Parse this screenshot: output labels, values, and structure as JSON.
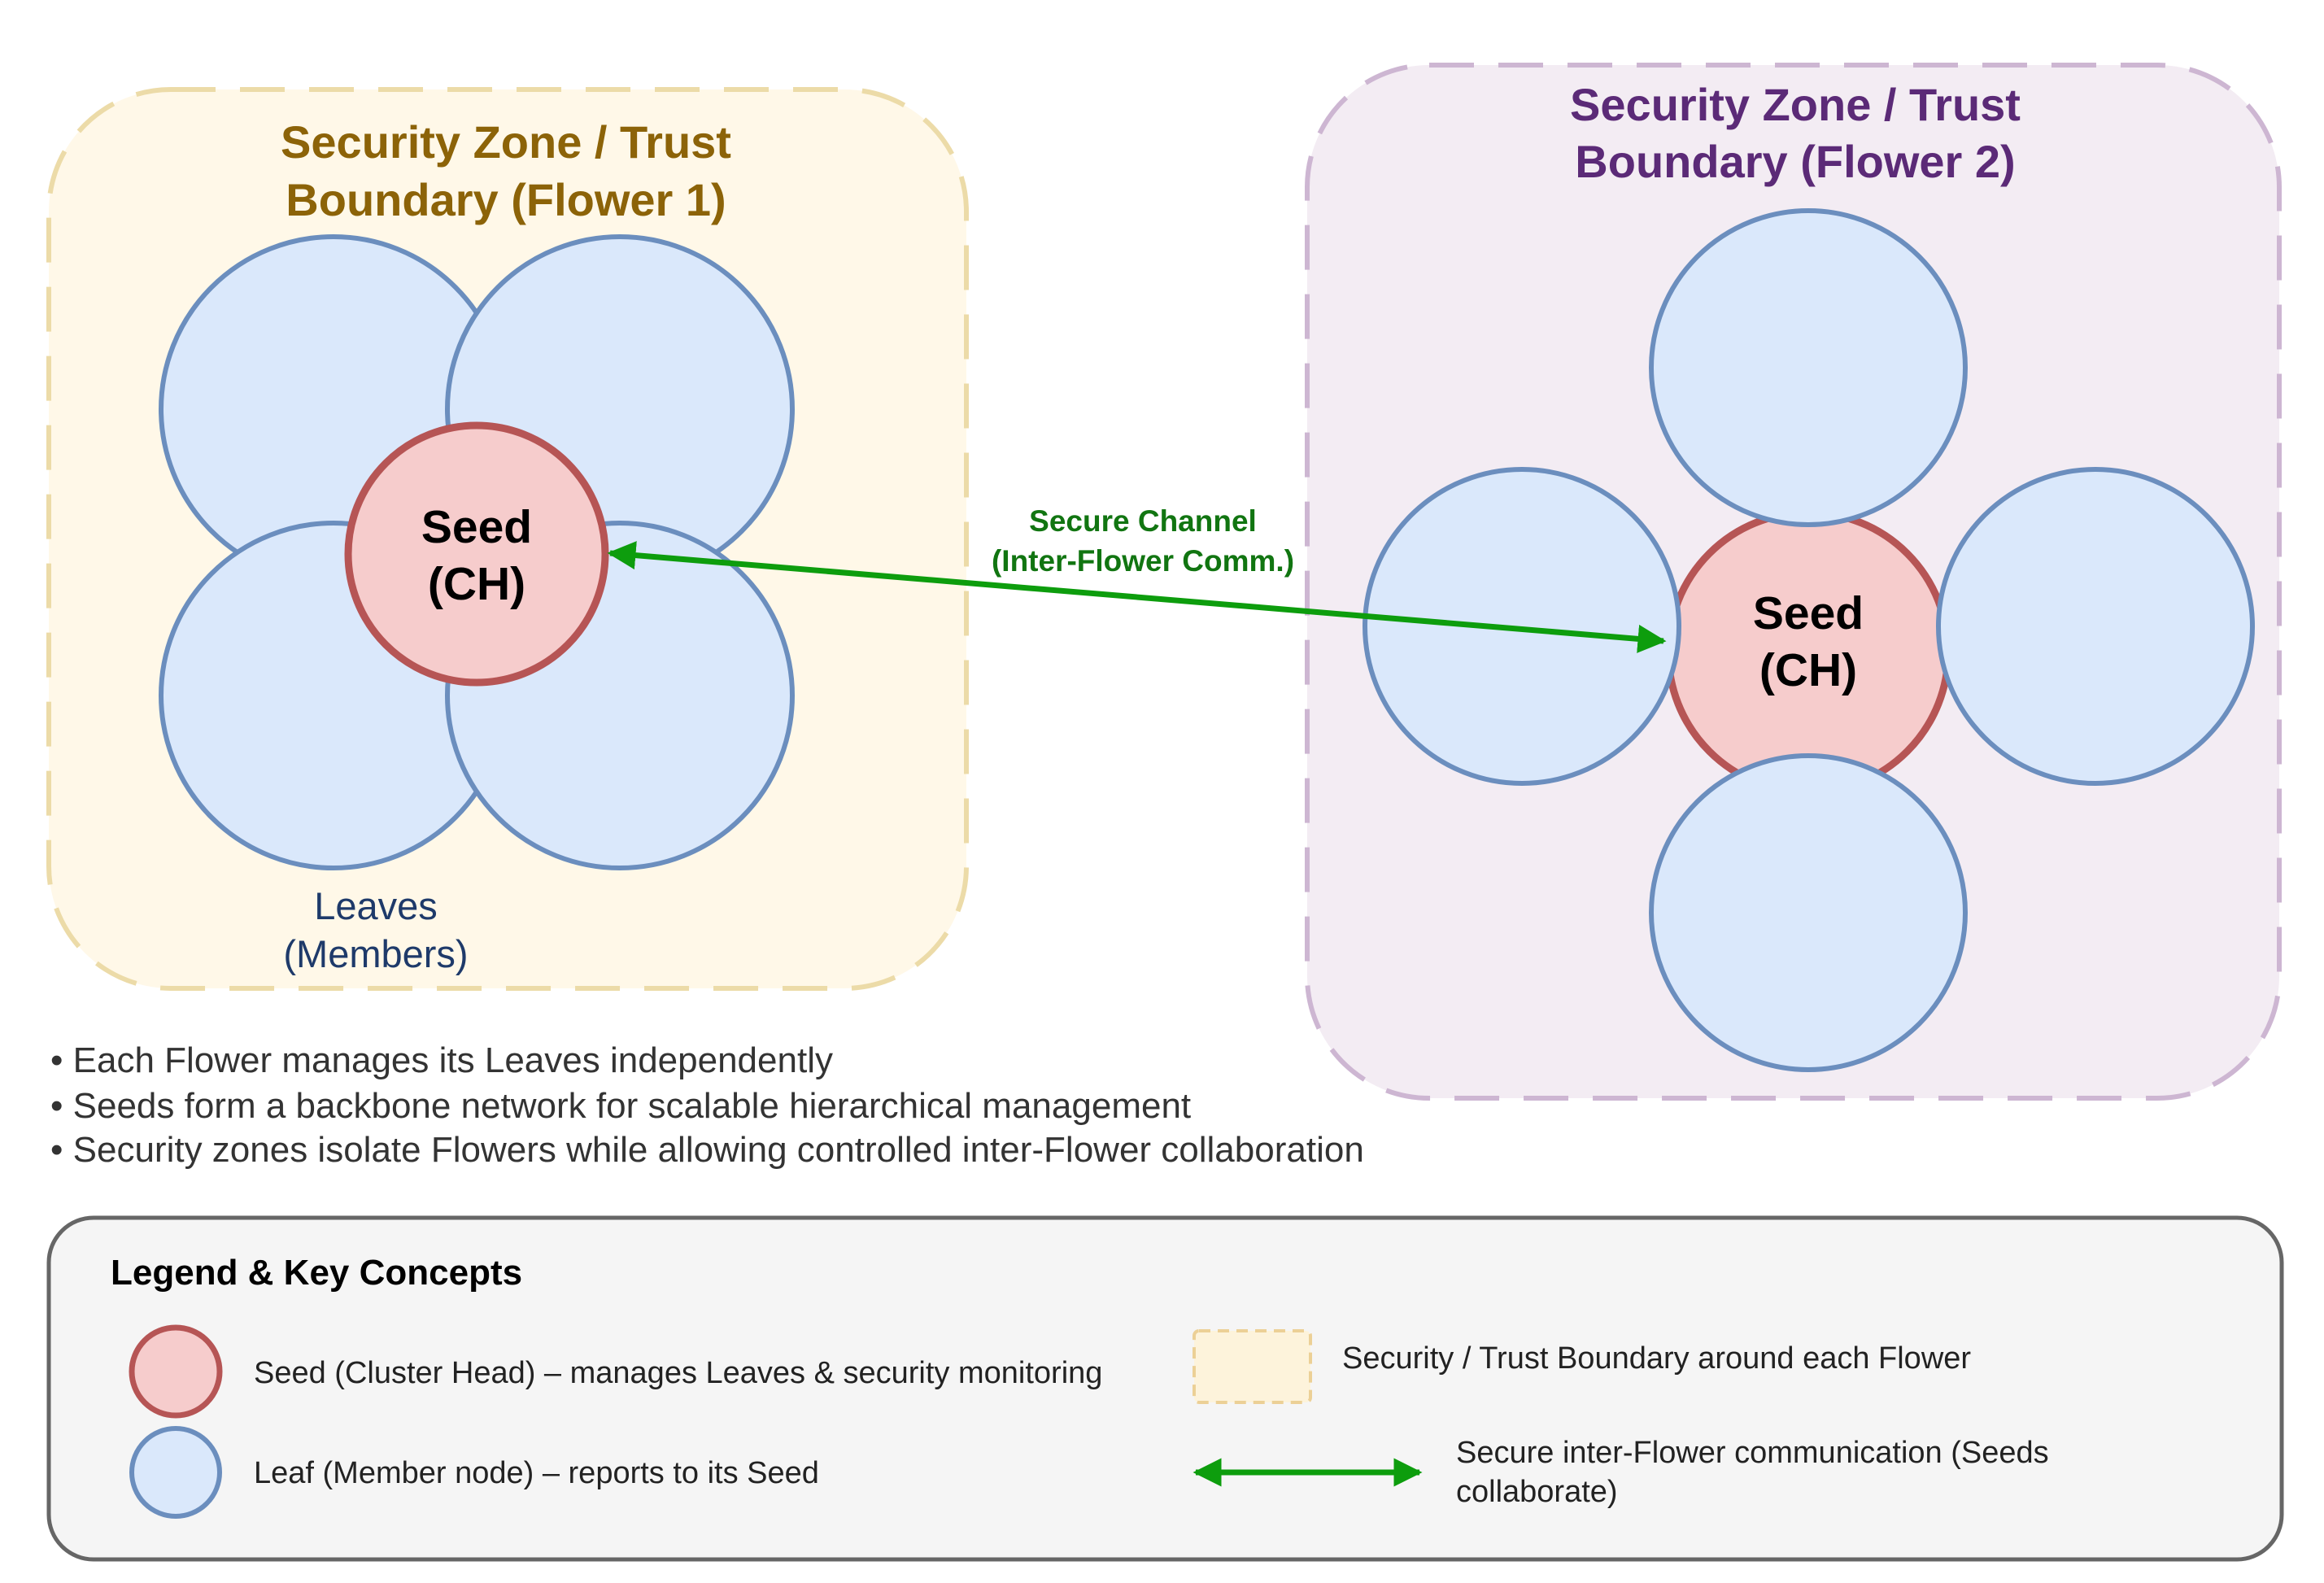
{
  "colors": {
    "zone1_fill": "#fff8e8",
    "zone1_stroke": "#ecdba8",
    "zone1_title": "#8c6308",
    "zone2_fill": "#f3ecf3",
    "zone2_stroke": "#cdb6d2",
    "zone2_title": "#5b2a77",
    "leaf_fill": "#dae8fb",
    "leaf_stroke": "#6b8ebe",
    "seed_fill": "#f6cccc",
    "seed_stroke": "#b65555",
    "arrow": "#0d9d0d",
    "arrow_label": "#117511",
    "leaves_label": "#1e3a6a",
    "legend_fill": "#f5f5f5",
    "legend_stroke": "#666666"
  },
  "flower1": {
    "title_line1": "Security Zone / Trust",
    "title_line2": "Boundary (Flower 1)",
    "seed_line1": "Seed",
    "seed_line2": "(CH)",
    "leaves_line1": "Leaves",
    "leaves_line2": "(Members)"
  },
  "flower2": {
    "title_line1": "Security Zone / Trust",
    "title_line2": "Boundary (Flower 2)",
    "seed_line1": "Seed",
    "seed_line2": "(CH)"
  },
  "channel": {
    "label_line1": "Secure Channel",
    "label_line2": "(Inter-Flower Comm.)"
  },
  "notes": [
    "• Each Flower manages its Leaves independently",
    "• Seeds form a backbone network for scalable hierarchical management",
    "• Security zones isolate Flowers while allowing controlled inter-Flower collaboration"
  ],
  "legend": {
    "title": "Legend & Key Concepts",
    "seed": "Seed (Cluster Head) – manages Leaves & security monitoring",
    "leaf": "Leaf (Member node) – reports to its Seed",
    "boundary": "Security / Trust Boundary around each Flower",
    "comm_line1": "Secure inter-Flower communication (Seeds",
    "comm_line2": "collaborate)"
  }
}
